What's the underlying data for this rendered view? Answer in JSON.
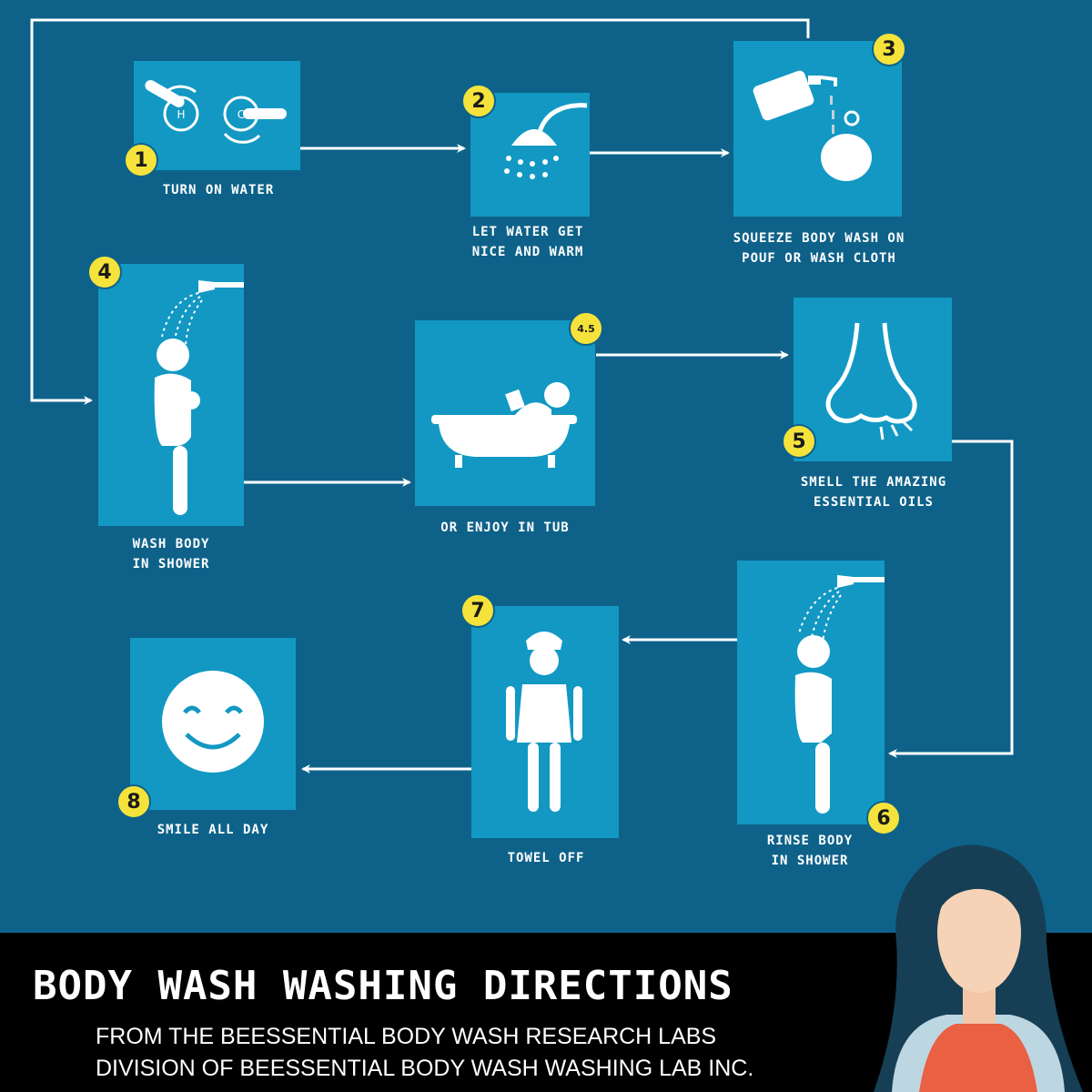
{
  "steps": [
    {
      "number": "1",
      "line1": "TURN ON WATER",
      "line2": ""
    },
    {
      "number": "2",
      "line1": "LET WATER GET",
      "line2": "NICE AND WARM"
    },
    {
      "number": "3",
      "line1": "SQUEEZE BODY WASH ON",
      "line2": "POUF OR WASH CLOTH"
    },
    {
      "number": "4",
      "line1": "WASH BODY",
      "line2": "IN SHOWER"
    },
    {
      "number": "4.5",
      "line1": "OR ENJOY IN TUB",
      "line2": ""
    },
    {
      "number": "5",
      "line1": "SMELL THE AMAZING",
      "line2": "ESSENTIAL OILS"
    },
    {
      "number": "6",
      "line1": "RINSE BODY",
      "line2": "IN SHOWER"
    },
    {
      "number": "7",
      "line1": "TOWEL OFF",
      "line2": ""
    },
    {
      "number": "8",
      "line1": "SMILE ALL DAY",
      "line2": ""
    }
  ],
  "faucet": {
    "hot": "H",
    "cold": "C"
  },
  "footer": {
    "title": "BODY WASH WASHING DIRECTIONS",
    "subtitle1": "FROM THE BEESSENTIAL BODY WASH RESEARCH LABS",
    "subtitle2": "DIVISION OF BEESSENTIAL BODY WASH  WASHING LAB INC."
  },
  "colors": {
    "background": "#0e6289",
    "card": "#1298c3",
    "badge": "#f5e33b",
    "footer": "#000000",
    "text": "#ffffff"
  }
}
